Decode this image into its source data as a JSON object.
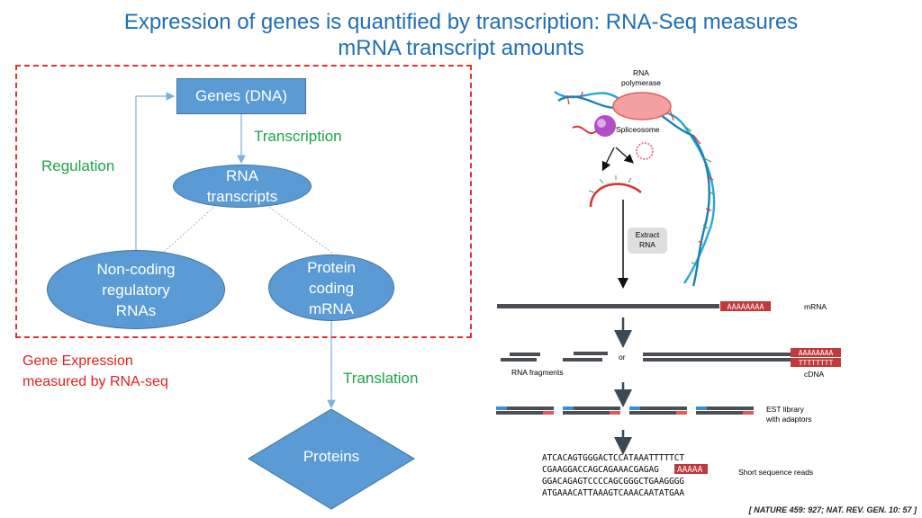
{
  "title": {
    "line1": "Expression of genes is quantified by transcription: RNA-Seq measures",
    "line2": "mRNA transcript amounts"
  },
  "flow": {
    "genes": "Genes (DNA)",
    "transcription": "Transcription",
    "regulation": "Regulation",
    "rna_transcripts": [
      "RNA",
      "transcripts"
    ],
    "noncoding": [
      "Non-coding",
      "regulatory",
      "RNAs"
    ],
    "protein_coding": [
      "Protein",
      "coding",
      "mRNA"
    ],
    "gene_expression": [
      "Gene Expression",
      "measured by RNA-seq"
    ],
    "translation": "Translation",
    "proteins": "Proteins"
  },
  "figure": {
    "rna_polymerase": [
      "RNA",
      "polymerase"
    ],
    "spliceosome": "Spliceosome",
    "extract_rna": [
      "Extract",
      "RNA"
    ],
    "polya": "AAAAAAAA",
    "polya_cdna": "AAAAAAAA",
    "polyt_cdna": "TTTTTTTT",
    "mrna": "mRNA",
    "or": "or",
    "rna_fragments": "RNA fragments",
    "cdna": "cDNA",
    "est_library": [
      "EST library",
      "with adaptors"
    ],
    "reads": [
      "ATCACAGTGGGACTCCATAAATTTTTCT",
      "CGAAGGACCAGCAGAAACGAGAG",
      "GGACAGAGTCCCCAGCGGGCTGAAGGGG",
      "ATGAAACATTAAAGTCAAACAATATGAA"
    ],
    "read_polya": "AAAAA",
    "short_reads": "Short sequence reads"
  },
  "citation": "[ NATURE 459: 927; NAT. REV. GEN. 10: 57 ]",
  "colors": {
    "title": "#1f6fb6",
    "node_fill": "#5b9bd5",
    "green_text": "#1aa54a",
    "red": "#e02020",
    "polya_fill": "#c0393b"
  }
}
